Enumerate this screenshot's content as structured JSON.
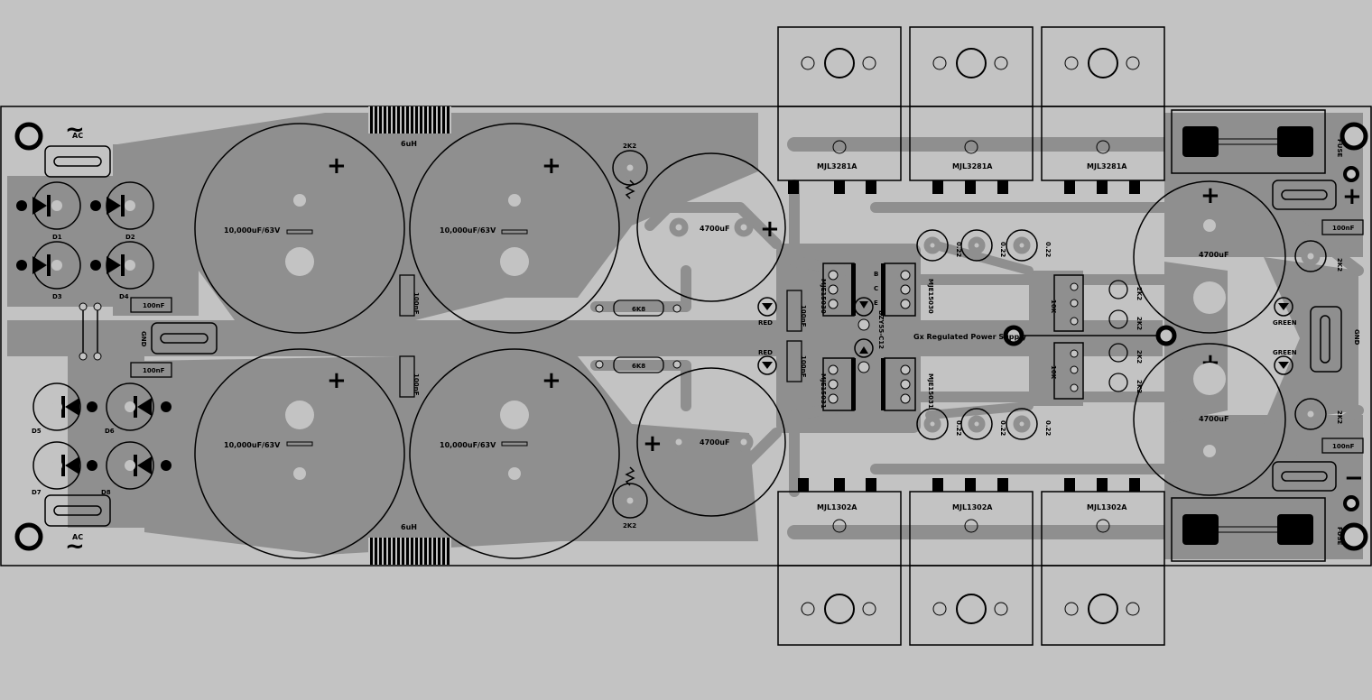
{
  "board": {
    "title": "Gx Regulated Power Supply",
    "colors": {
      "background": "#c3c3c3",
      "copper": "#8f8f8f",
      "silkscreen": "#000000"
    }
  },
  "labels": {
    "ac_top": "AC",
    "ac_bottom": "AC",
    "ac_symbol": "~",
    "inductor_top": "6uH",
    "inductor_bottom": "6uH",
    "cap_big": "10,000uF/63V",
    "cap_4700": "4700uF",
    "cap_100": "100nF",
    "res_2k2": "2K2",
    "res_6k8": "6K8",
    "res_022": "0.22",
    "res_10k": "10K",
    "led_red": "RED",
    "led_green": "GREEN",
    "zener": "BZY55-C12",
    "fuse": "FUSE",
    "gnd": "GND",
    "plus": "+",
    "minus": "−",
    "pin_b": "B",
    "pin_c": "C",
    "pin_e": "E",
    "diodes": [
      "D1",
      "D2",
      "D3",
      "D4",
      "D5",
      "D6",
      "D7",
      "D8"
    ],
    "pnp_power": "MJL3281A",
    "npn_power": "MJL1302A",
    "driver_top_left": "MJE15030",
    "driver_top_right": "MJE15030",
    "driver_bottom_left": "MJE15031",
    "driver_bottom_right": "MJE15031"
  },
  "icons": {
    "led": "led-icon",
    "diode": "diode-icon",
    "resistor": "resistor-icon",
    "fuse": "fuse-icon",
    "mounting_hole": "mounting-hole-icon"
  }
}
